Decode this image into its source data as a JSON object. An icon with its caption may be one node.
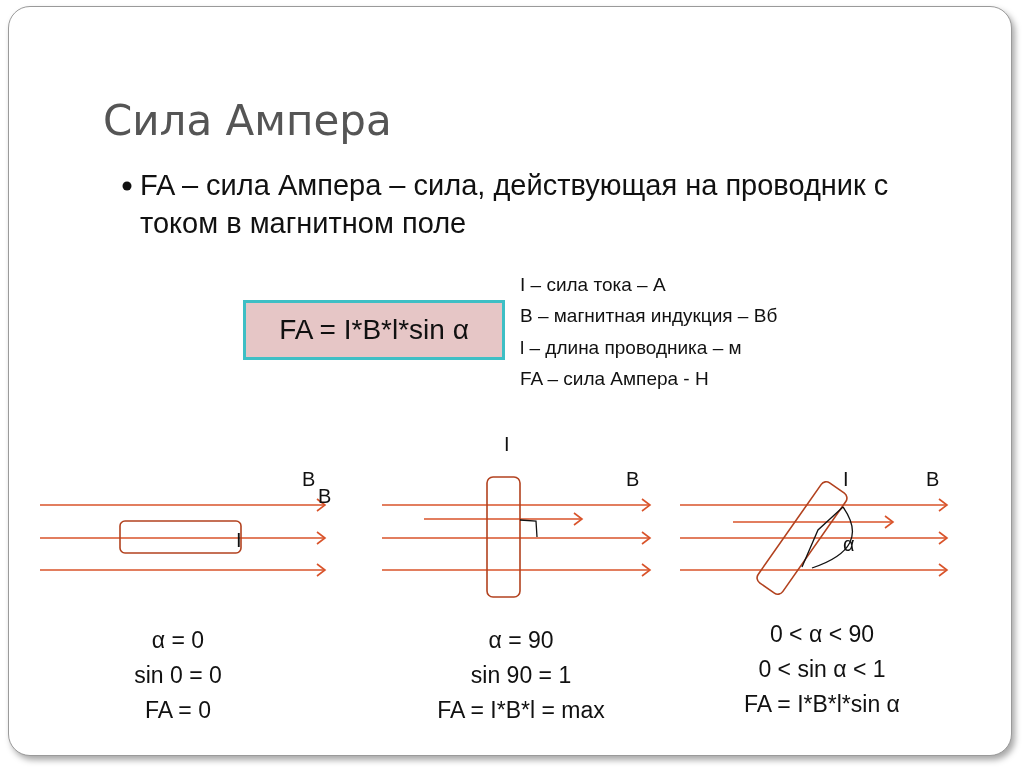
{
  "diagram": {
    "title": "Сила Ампера",
    "nodes": [
      {
        "text": [
          "FA = I*B*l*sin α"
        ]
      }
    ],
    "labels": [
      "FA – сила Ампера – сила, действующая на проводник с током в магнитном поле",
      "I – сила тока – А",
      "B – магнитная индукция – Вб",
      "l – длина проводника – м",
      "FA – сила Ампера - Н",
      "B",
      "B",
      "I",
      "I",
      "B",
      "I",
      "B",
      "α",
      "α = 0",
      "sin 0 = 0",
      "FA = 0",
      "α = 90",
      "sin 90 = 1",
      "FA = I*B*l = max",
      "0 < α < 90",
      "0 < sin α < 1",
      "FA = I*B*l*sin α"
    ]
  }
}
